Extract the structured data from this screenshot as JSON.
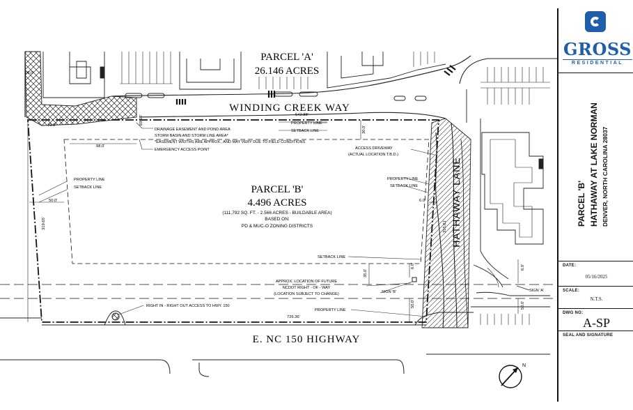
{
  "plan": {
    "parcel_a": {
      "name": "PARCEL 'A'",
      "acres": "26.146 ACRES"
    },
    "parcel_b": {
      "name": "PARCEL 'B'",
      "acres": "4.496 ACRES",
      "detail": "(111,792 SQ. FT. - 2.566 ACRES - BUILDABLE AREA)",
      "based_on": "BASED ON:",
      "zoning": "PD & MUC-O ZONING DISTRICTS"
    },
    "streets": {
      "winding_creek": "WINDING CREEK WAY",
      "hathaway": "HATHAWAY LANE",
      "highway": "E. NC 150 HIGHWAY"
    },
    "labels": {
      "drainage_1": "DRAINAGE EASEMENT AND POND AREA",
      "drainage_2": "STORM BASIN AND STORM LINE AREA*",
      "easement_note": "*EASEMENT WIDTHS ARE APPROX., AND MAY VERY DUE TO FIELD CONDITIONS",
      "emergency": "EMERGENCY ACCESS POINT",
      "property_line_top": "PROPERTY LINE",
      "setback_line_top": "SETBACK LINE",
      "access_driveway": "ACCESS DRIVEWAY",
      "access_driveway_note": "(ACTUAL LOCATION T.B.D.)",
      "left_property_line": "PROPERTY LINE",
      "left_setback_line": "SETBACK LINE",
      "right_property_line": "PROPERTY LINE",
      "right_setback_line": "SETBACK LINE",
      "bottom_setback_line": "SETBACK LINE",
      "future_row_1": "APPROX. LOCATION OF FUTURE",
      "future_row_2": "NCDOT  RIGHT - OF - WAY",
      "future_row_3": "(LOCATION SUBJECT TO CHANGE)",
      "sign_b": "SIGN 'B'",
      "sign_a": "SIGN 'A'",
      "right_in": "RIGHT IN - RIGHT OUT ACCESS TO HWY. 150",
      "bottom_property_line": "PROPERTY LINE"
    },
    "dims": {
      "d_642": "642.88'",
      "d_70": "70.0'",
      "d_98": "98.0'",
      "d_50_left": "50.0'",
      "d_30": "30.0'",
      "d_6": "6.0'",
      "d_35": "35.0'",
      "d_50_bottom": "50.0'",
      "d_726": "726.36'",
      "d_20": "20.0'",
      "d_6_bottom": "6.0'",
      "d_50_right": "50.0'",
      "d_6_right": "6.0'",
      "d_west": "319.65'",
      "d_east": "315.61'",
      "d_top_left": "69.50'"
    },
    "north": "N"
  },
  "title_block": {
    "brand": "GROSS",
    "brand_sub": "RESIDENTIAL",
    "project_line_1": "PARCEL 'B'",
    "project_line_2": "HATHAWAY AT LAKE NORMAN",
    "project_line_3": "DENVER, NORTH CAROLINA 28037",
    "date_label": "DATE:",
    "date_value": "05/16/2025",
    "scale_label": "SCALE:",
    "scale_value": "N.T.S.",
    "dwg_label": "DWG NO:",
    "dwg_value": "A-SP",
    "seal_label": "SEAL AND SIGNATURE"
  },
  "colors": {
    "brand": "#1f5ea8",
    "ink": "#111111"
  }
}
